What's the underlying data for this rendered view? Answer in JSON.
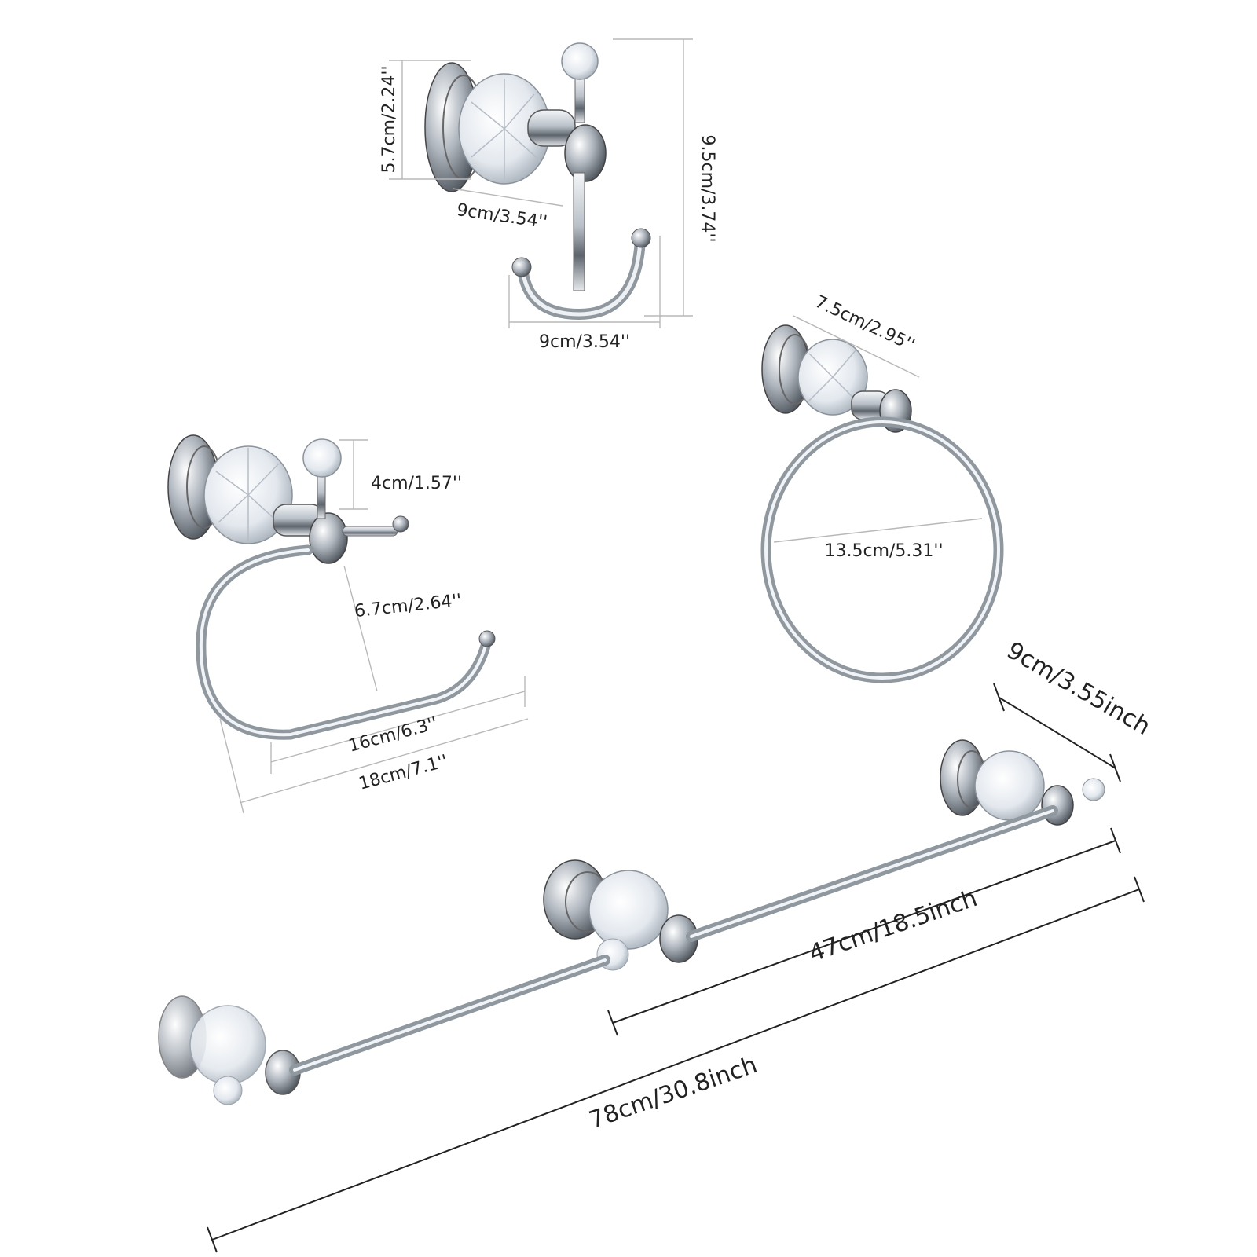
{
  "colors": {
    "chrome_light": "#f4f6f8",
    "chrome_mid": "#b9c0c8",
    "chrome_dark": "#5d646c",
    "dimension_line": "#b8b8b8",
    "text": "#222222"
  },
  "robe_hook": {
    "base_height": "5.7cm/2.24''",
    "base_depth": "9cm/3.54''",
    "total_height": "9.5cm/3.74''",
    "hook_width": "9cm/3.54''"
  },
  "towel_ring": {
    "depth": "7.5cm/2.95''",
    "diameter": "13.5cm/5.31''"
  },
  "paper_holder": {
    "top_height": "4cm/1.57''",
    "inner_height": "6.7cm/2.64''",
    "arm_length": "16cm/6.3''",
    "total_length": "18cm/7.1''"
  },
  "towel_bars": {
    "depth": "9cm/3.55inch",
    "short_bar": "47cm/18.5inch",
    "long_bar": "78cm/30.8inch"
  }
}
